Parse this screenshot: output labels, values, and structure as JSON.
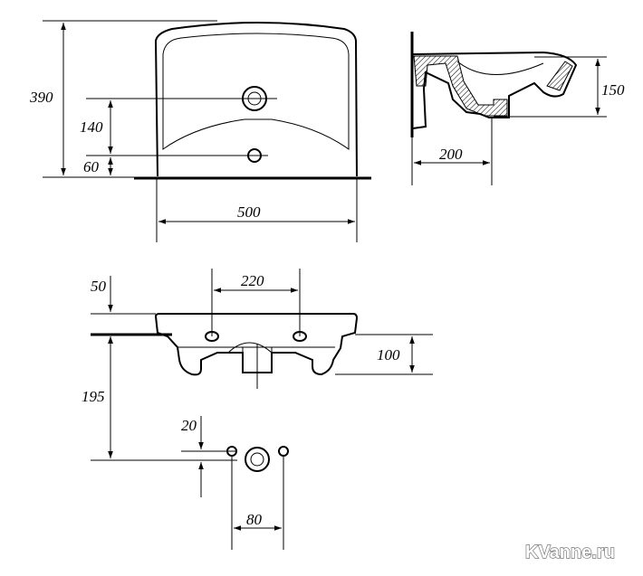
{
  "drawing": {
    "front_view": {
      "height_label": "390",
      "tap_hole_label": "140",
      "overflow_label": "60",
      "width_label": "500"
    },
    "side_view": {
      "depth_label": "150",
      "projection_label": "200"
    },
    "bottom_view": {
      "wall_offset_label": "50",
      "mounting_span_label": "220",
      "basin_depth_label": "100",
      "drain_offset_label": "195",
      "drain_vertical_label": "20",
      "drain_span_label": "80"
    }
  },
  "watermark": "KVanne.ru"
}
